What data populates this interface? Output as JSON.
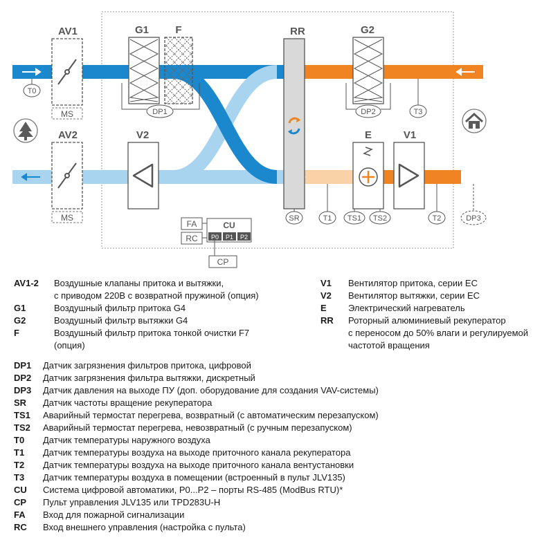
{
  "diagram": {
    "labels": {
      "AV1": "AV1",
      "AV2": "AV2",
      "G1": "G1",
      "F": "F",
      "RR": "RR",
      "G2": "G2",
      "V2": "V2",
      "E": "E",
      "V1": "V1",
      "MS_top": "MS",
      "MS_bottom": "MS",
      "T0": "T0",
      "DP1": "DP1",
      "DP2": "DP2",
      "T3": "T3",
      "SR": "SR",
      "T1": "T1",
      "TS1": "TS1",
      "TS2": "TS2",
      "T2": "T2",
      "DP3": "DP3",
      "FA": "FA",
      "RC": "RC",
      "CU": "CU",
      "P0": "P0",
      "P1": "P1",
      "P2": "P2",
      "CP": "CP"
    },
    "icons": [
      "tree-icon",
      "house-icon",
      "rotation-icon",
      "damper-icon",
      "fan-icon",
      "heater-icon"
    ],
    "colors": {
      "outdoor_air": "#1b87cc",
      "supply_air": "#a8d4f0",
      "extract_air": "#f08423",
      "supply_heated": "#fad2a8",
      "rotor": "#d9d9d9",
      "heater_plus": "#f08423"
    }
  },
  "legend_main_left": [
    {
      "code": "AV1-2",
      "desc": "Воздушные клапаны притока и вытяжки,",
      "desc2": "с приводом 220В с возвратной пружиной (опция)"
    },
    {
      "code": "G1",
      "desc": "Воздушный фильтр притока G4"
    },
    {
      "code": "G2",
      "desc": "Воздушный фильтр вытяжки G4"
    },
    {
      "code": "F",
      "desc": "Воздушный фильтр притока тонкой очистки F7",
      "desc2": "(опция)"
    }
  ],
  "legend_main_right": [
    {
      "code": "V1",
      "desc": "Вентилятор притока, серии EC"
    },
    {
      "code": "V2",
      "desc": "Вентилятор вытяжки, серии EC"
    },
    {
      "code": "E",
      "desc": "Электрический нагреватель"
    },
    {
      "code": "RR",
      "desc": "Роторный алюминиевый рекуператор",
      "desc2": "с переносом до 50% влаги и регулируемой",
      "desc3": "частотой вращения"
    }
  ],
  "legend_sensors": [
    {
      "code": "DP1",
      "desc": "Датчик загрязнения фильтров притока, цифровой"
    },
    {
      "code": "DP2",
      "desc": "Датчик загрязнения фильтра вытяжки, дискретный"
    },
    {
      "code": "DP3",
      "desc": "Датчик давления на выходе ПУ (доп. оборудование для создания VAV-системы)"
    },
    {
      "code": "SR",
      "desc": "Датчик частоты вращение рекуператора"
    },
    {
      "code": "TS1",
      "desc": "Аварийный термостат перегрева, возвратный (с автоматическим перезапуском)"
    },
    {
      "code": "TS2",
      "desc": "Аварийный термостат перегрева, невозвратный (с ручным перезапуском)"
    },
    {
      "code": "T0",
      "desc": "Датчик температуры наружного воздуха"
    },
    {
      "code": "T1",
      "desc": "Датчик температуры воздуха на выходе приточного канала рекуператора"
    },
    {
      "code": "T2",
      "desc": "Датчик температуры воздуха на выходе приточного канала вентустановки"
    },
    {
      "code": "T3",
      "desc": "Датчик температуры воздуха в помещении (встроенный в пульт JLV135)"
    },
    {
      "code": "CU",
      "desc": "Система цифровой автоматики, P0...P2 – порты RS-485 (ModBus RTU)*"
    },
    {
      "code": "CP",
      "desc": "Пульт управления JLV135 или TPD283U-H"
    },
    {
      "code": "FA",
      "desc": "Вход для пожарной сигнализации"
    },
    {
      "code": "RC",
      "desc": "Вход внешнего управления (настройка с пульта)"
    }
  ]
}
